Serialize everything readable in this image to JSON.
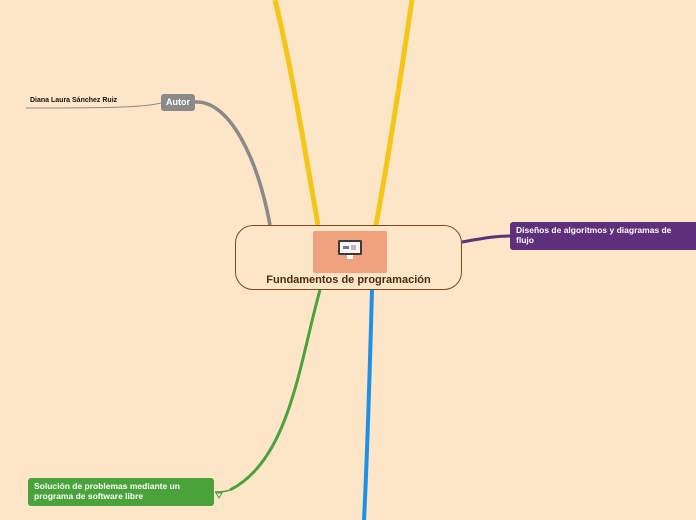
{
  "central": {
    "title": "Fundamentos de programación",
    "image_icon": "monitor-icon"
  },
  "topics": {
    "autor": {
      "label": "Autor",
      "child": "Diana Laura Sánchez Ruiz",
      "color": "#8a8a8a"
    },
    "disenos": {
      "label": "Diseños de algoritmos y diagramas de flujo",
      "color": "#5e2f7a"
    },
    "solucion": {
      "label": "Solución de problemas mediante un programa de software libre",
      "color": "#4aa33a"
    }
  },
  "branch_colors": {
    "yellow": "#f5c518",
    "blue": "#1e90e6",
    "green": "#4aa33a",
    "gray": "#8a8a8a",
    "purple": "#5e2f7a"
  }
}
